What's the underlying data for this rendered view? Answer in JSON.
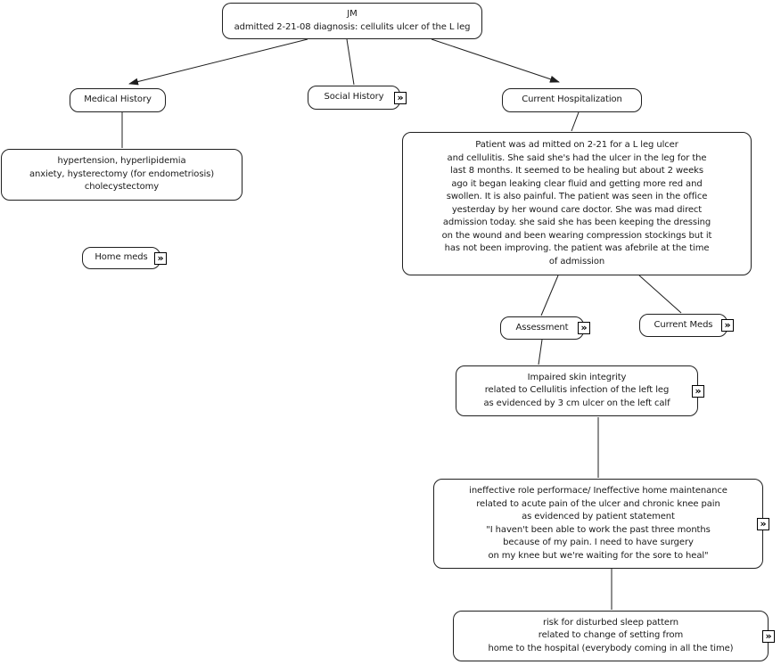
{
  "icons": {
    "resource_link": "»"
  },
  "colors": {
    "node_fill": "#ffffff",
    "node_border": "#1f1f1f",
    "text": "#1a1a1a",
    "connector": "#1f1f1f",
    "background": "#ffffff"
  },
  "nodes": {
    "jm": {
      "text": "JM\nadmitted 2-21-08 diagnosis: cellulits ulcer of the L leg"
    },
    "medical_history": {
      "text": "Medical History"
    },
    "social_history": {
      "text": "Social History"
    },
    "current_hospitalization": {
      "text": "Current Hospitalization"
    },
    "medical_history_details": {
      "text": "hypertension, hyperlipidemia\nanxiety, hysterectomy (for endometriosis)\ncholecystectomy"
    },
    "home_meds": {
      "text": "Home meds"
    },
    "hospitalization_note": {
      "text": "Patient was ad mitted on 2-21 for a L leg ulcer\nand cellulitis. She said she's had the ulcer in the leg for the\nlast 8 months. It seemed to be healing but about 2 weeks\nago it began leaking clear fluid and getting more red and\nswollen. It is also painful. The patient was seen in the office\nyesterday by her wound care doctor. She was mad direct\nadmission today. she said she has been keeping the dressing\non the wound and been wearing compression stockings but it\nhas not been improving. the patient was afebrile at the time\nof admission"
    },
    "assessment": {
      "text": "Assessment"
    },
    "current_meds": {
      "text": "Current Meds"
    },
    "impaired_skin_integrity": {
      "text": "Impaired skin integrity\nrelated to Cellulitis infection of the left leg\nas evidenced by 3 cm ulcer on the left calf"
    },
    "ineffective_role": {
      "text": "ineffective role performace/ Ineffective home maintenance\nrelated to acute pain of the ulcer and chronic knee pain\nas evidenced by patient statement\n\"I haven't been able to work the past three months\nbecause of my pain. I need to have surgery\non my knee but we're waiting for the sore to heal\""
    },
    "risk_sleep": {
      "text": "risk for disturbed sleep pattern\nrelated to change of setting from\nhome to the hospital (everybody coming in all the time)"
    }
  }
}
